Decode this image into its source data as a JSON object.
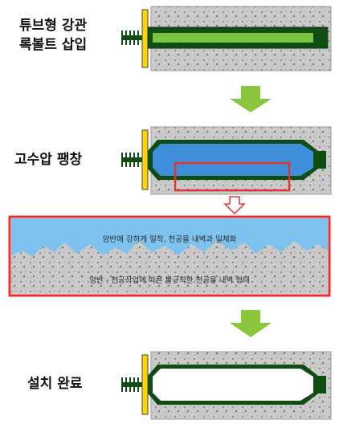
{
  "steps": [
    {
      "label_lines": [
        "튜브형 강관",
        "록볼트 삽입"
      ],
      "state": "insertion"
    },
    {
      "label_lines": [
        "고수압 팽창"
      ],
      "state": "expansion"
    },
    {
      "label_lines": [
        "설치 완료"
      ],
      "state": "complete"
    }
  ],
  "detail": {
    "top_text": "암반에 강하게 밀착, 천공을 내벽과 일체화",
    "bottom_text": "암반 - 천공작업에 따른 불규칙한 천공을 내벽 형태"
  },
  "colors": {
    "rock": "#c9c9c9",
    "bolt_dark_green": "#0f4d12",
    "bolt_light_green": "#7cc341",
    "expanded_blue": "#3d8fdc",
    "detail_blue": "#7ec3ef",
    "highlight_red": "#e53030",
    "arrow_green": "#8cc63f",
    "bearing_plate": "#ffd400"
  },
  "icons": [
    "down-arrow-icon",
    "hollow-down-arrow-icon"
  ]
}
